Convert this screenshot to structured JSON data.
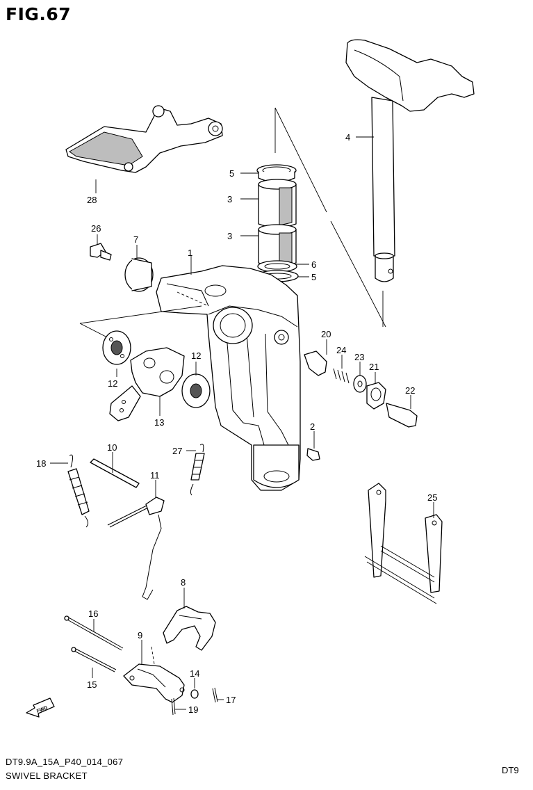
{
  "figure": {
    "title": "FIG.67"
  },
  "parts": [
    {
      "number": "1"
    },
    {
      "number": "2"
    },
    {
      "number": "3"
    },
    {
      "number": "3"
    },
    {
      "number": "4"
    },
    {
      "number": "5"
    },
    {
      "number": "5"
    },
    {
      "number": "6"
    },
    {
      "number": "7"
    },
    {
      "number": "8"
    },
    {
      "number": "9"
    },
    {
      "number": "10"
    },
    {
      "number": "11"
    },
    {
      "number": "12"
    },
    {
      "number": "12"
    },
    {
      "number": "13"
    },
    {
      "number": "14"
    },
    {
      "number": "15"
    },
    {
      "number": "16"
    },
    {
      "number": "17"
    },
    {
      "number": "18"
    },
    {
      "number": "19"
    },
    {
      "number": "20"
    },
    {
      "number": "21"
    },
    {
      "number": "22"
    },
    {
      "number": "23"
    },
    {
      "number": "24"
    },
    {
      "number": "25"
    },
    {
      "number": "26"
    },
    {
      "number": "27"
    },
    {
      "number": "28"
    }
  ],
  "fwd_marker": {
    "label": "FWD",
    "icon": "fwd-arrow-icon"
  },
  "footer": {
    "code": "DT9.9A_15A_P40_014_067",
    "name": "SWIVEL BRACKET",
    "model": "DT9"
  }
}
